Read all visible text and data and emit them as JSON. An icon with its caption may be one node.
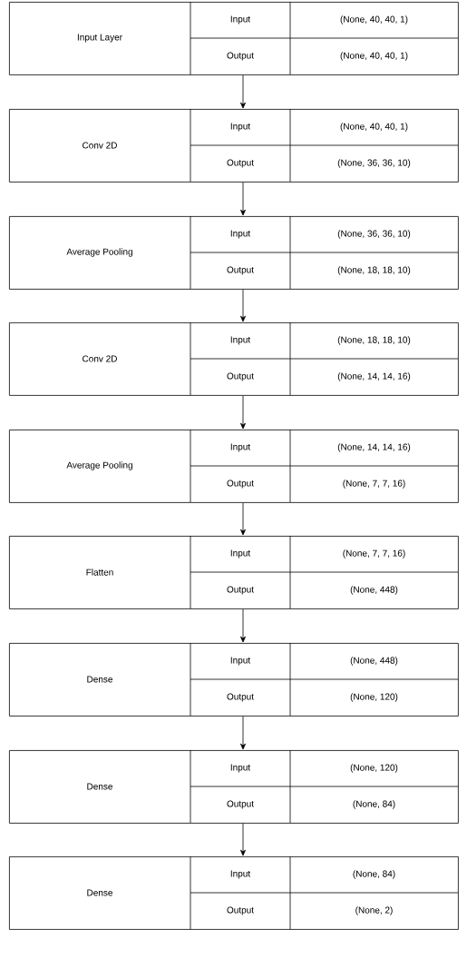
{
  "diagram": {
    "nodes": [
      {
        "text": [
          "Input Layer",
          "Input",
          "(None, 40, 40, 1)",
          "Output",
          "(None, 40, 40, 1)"
        ]
      },
      {
        "text": [
          "Conv 2D",
          "Input",
          "(None, 40, 40, 1)",
          "Output",
          "(None, 36, 36, 10)"
        ]
      },
      {
        "text": [
          "Average Pooling",
          "Input",
          "(None, 36, 36, 10)",
          "Output",
          "(None, 18, 18, 10)"
        ]
      },
      {
        "text": [
          "Conv 2D",
          "Input",
          "(None, 18, 18, 10)",
          "Output",
          "(None, 14, 14, 16)"
        ]
      },
      {
        "text": [
          "Average Pooling",
          "Input",
          "(None, 14, 14, 16)",
          "Output",
          "(None, 7, 7, 16)"
        ]
      },
      {
        "text": [
          "Flatten",
          "Input",
          "(None, 7, 7, 16)",
          "Output",
          "(None, 448)"
        ]
      },
      {
        "text": [
          "Dense",
          "Input",
          "(None, 448)",
          "Output",
          "(None, 120)"
        ]
      },
      {
        "text": [
          "Dense",
          "Input",
          "(None, 120)",
          "Output",
          "(None, 84)"
        ]
      },
      {
        "text": [
          "Dense",
          "Input",
          "(None, 84)",
          "Output",
          "(None, 2)"
        ]
      }
    ],
    "edges": [
      {
        "from": 0,
        "to": 1,
        "arrow": "to"
      },
      {
        "from": 1,
        "to": 2,
        "arrow": "to"
      },
      {
        "from": 2,
        "to": 3,
        "arrow": "to"
      },
      {
        "from": 3,
        "to": 4,
        "arrow": "to"
      },
      {
        "from": 4,
        "to": 5,
        "arrow": "to"
      },
      {
        "from": 5,
        "to": 6,
        "arrow": "to"
      },
      {
        "from": 6,
        "to": 7,
        "arrow": "to"
      },
      {
        "from": 7,
        "to": 8,
        "arrow": "to"
      }
    ]
  }
}
